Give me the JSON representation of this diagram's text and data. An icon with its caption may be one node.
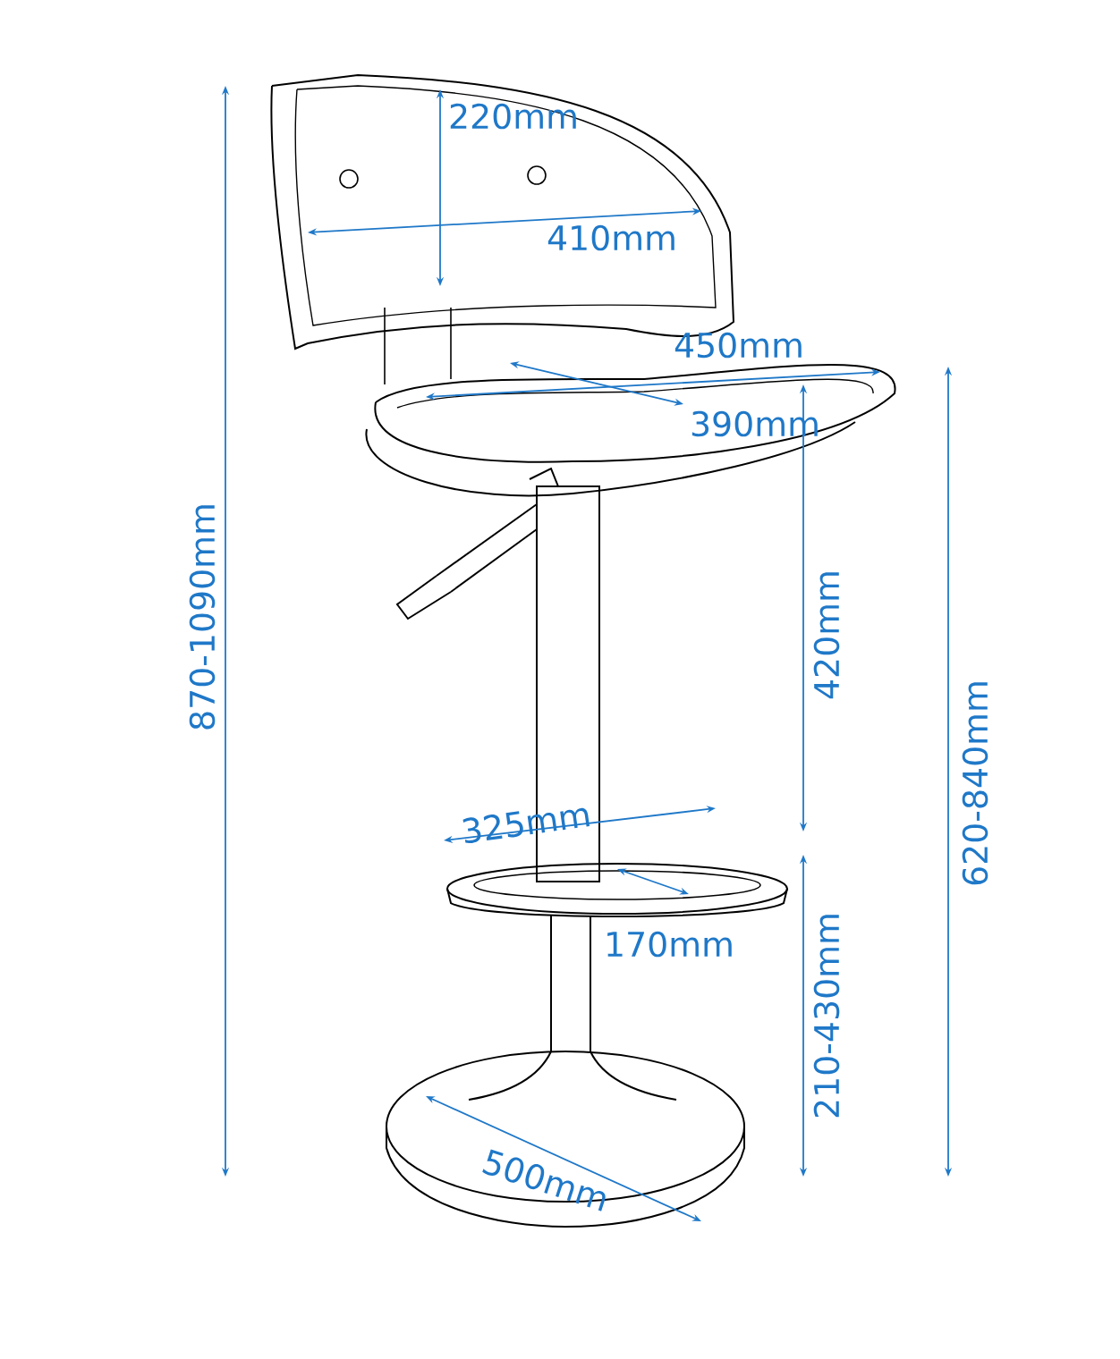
{
  "diagram": {
    "labels": [
      "220mm",
      "410mm",
      "450mm",
      "390mm",
      "870-1090mm",
      "420mm",
      "620-840mm",
      "325mm",
      "170mm",
      "210-430mm",
      "500mm"
    ]
  }
}
